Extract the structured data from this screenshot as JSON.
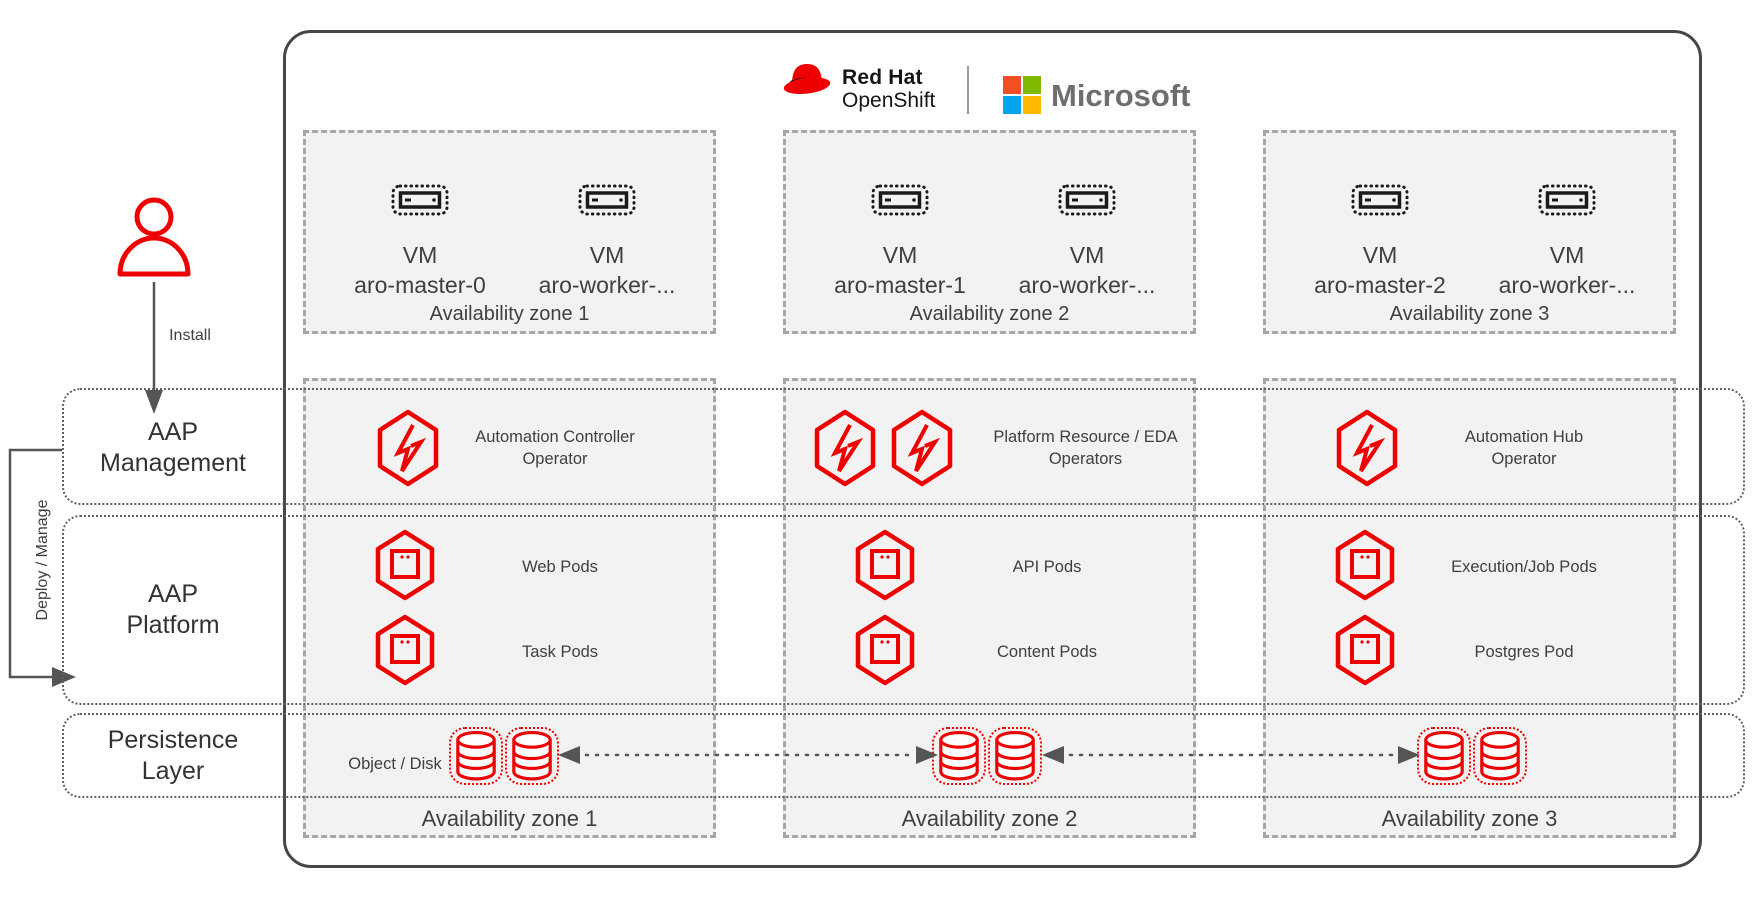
{
  "header": {
    "redhat_logo": {
      "line1": "Red Hat",
      "line2": "OpenShift"
    },
    "microsoft_logo": {
      "label": "Microsoft"
    }
  },
  "left_panel": {
    "install_label": "Install",
    "deploy_manage_label": "Deploy / Manage",
    "bands": [
      {
        "line1": "AAP",
        "line2": "Management"
      },
      {
        "line1": "AAP",
        "line2": "Platform"
      },
      {
        "line1": "Persistence",
        "line2": "Layer"
      }
    ]
  },
  "zones": [
    {
      "vm1_label": "VM",
      "vm1_name": "aro-master-0",
      "vm2_label": "VM",
      "vm2_name": "aro-worker-...",
      "zone_label_top": "Availability zone 1",
      "operator_label": "Automation Controller Operator",
      "pod1_label": "Web Pods",
      "pod2_label": "Task Pods",
      "zone_label_bottom": "Availability zone 1"
    },
    {
      "vm1_label": "VM",
      "vm1_name": "aro-master-1",
      "vm2_label": "VM",
      "vm2_name": "aro-worker-...",
      "zone_label_top": "Availability zone 2",
      "operator_label": "Platform Resource / EDA Operators",
      "pod1_label": "API Pods",
      "pod2_label": "Content Pods",
      "zone_label_bottom": "Availability zone 2"
    },
    {
      "vm1_label": "VM",
      "vm1_name": "aro-master-2",
      "vm2_label": "VM",
      "vm2_name": "aro-worker-...",
      "zone_label_top": "Availability zone 3",
      "operator_label": "Automation Hub Operator",
      "pod1_label": "Execution/Job Pods",
      "pod2_label": "Postgres Pod",
      "zone_label_bottom": "Availability zone 3"
    }
  ],
  "persistence": {
    "object_disk_label": "Object / Disk"
  },
  "colors": {
    "accent_red": "#ee0000",
    "text_dark": "#3f3f3f",
    "microsoft_text_gray": "#706d6e",
    "ms_square_top_left": "#f25022",
    "ms_square_top_right": "#7fba00",
    "ms_square_bottom_left": "#00a4ef",
    "ms_square_bottom_right": "#ffb900",
    "zone_fill": "#f2f2f2",
    "dashed_border": "#a6a6a6",
    "dotted_band_border": "#616161",
    "outer_border": "#474747",
    "arrow_gray": "#555555"
  }
}
